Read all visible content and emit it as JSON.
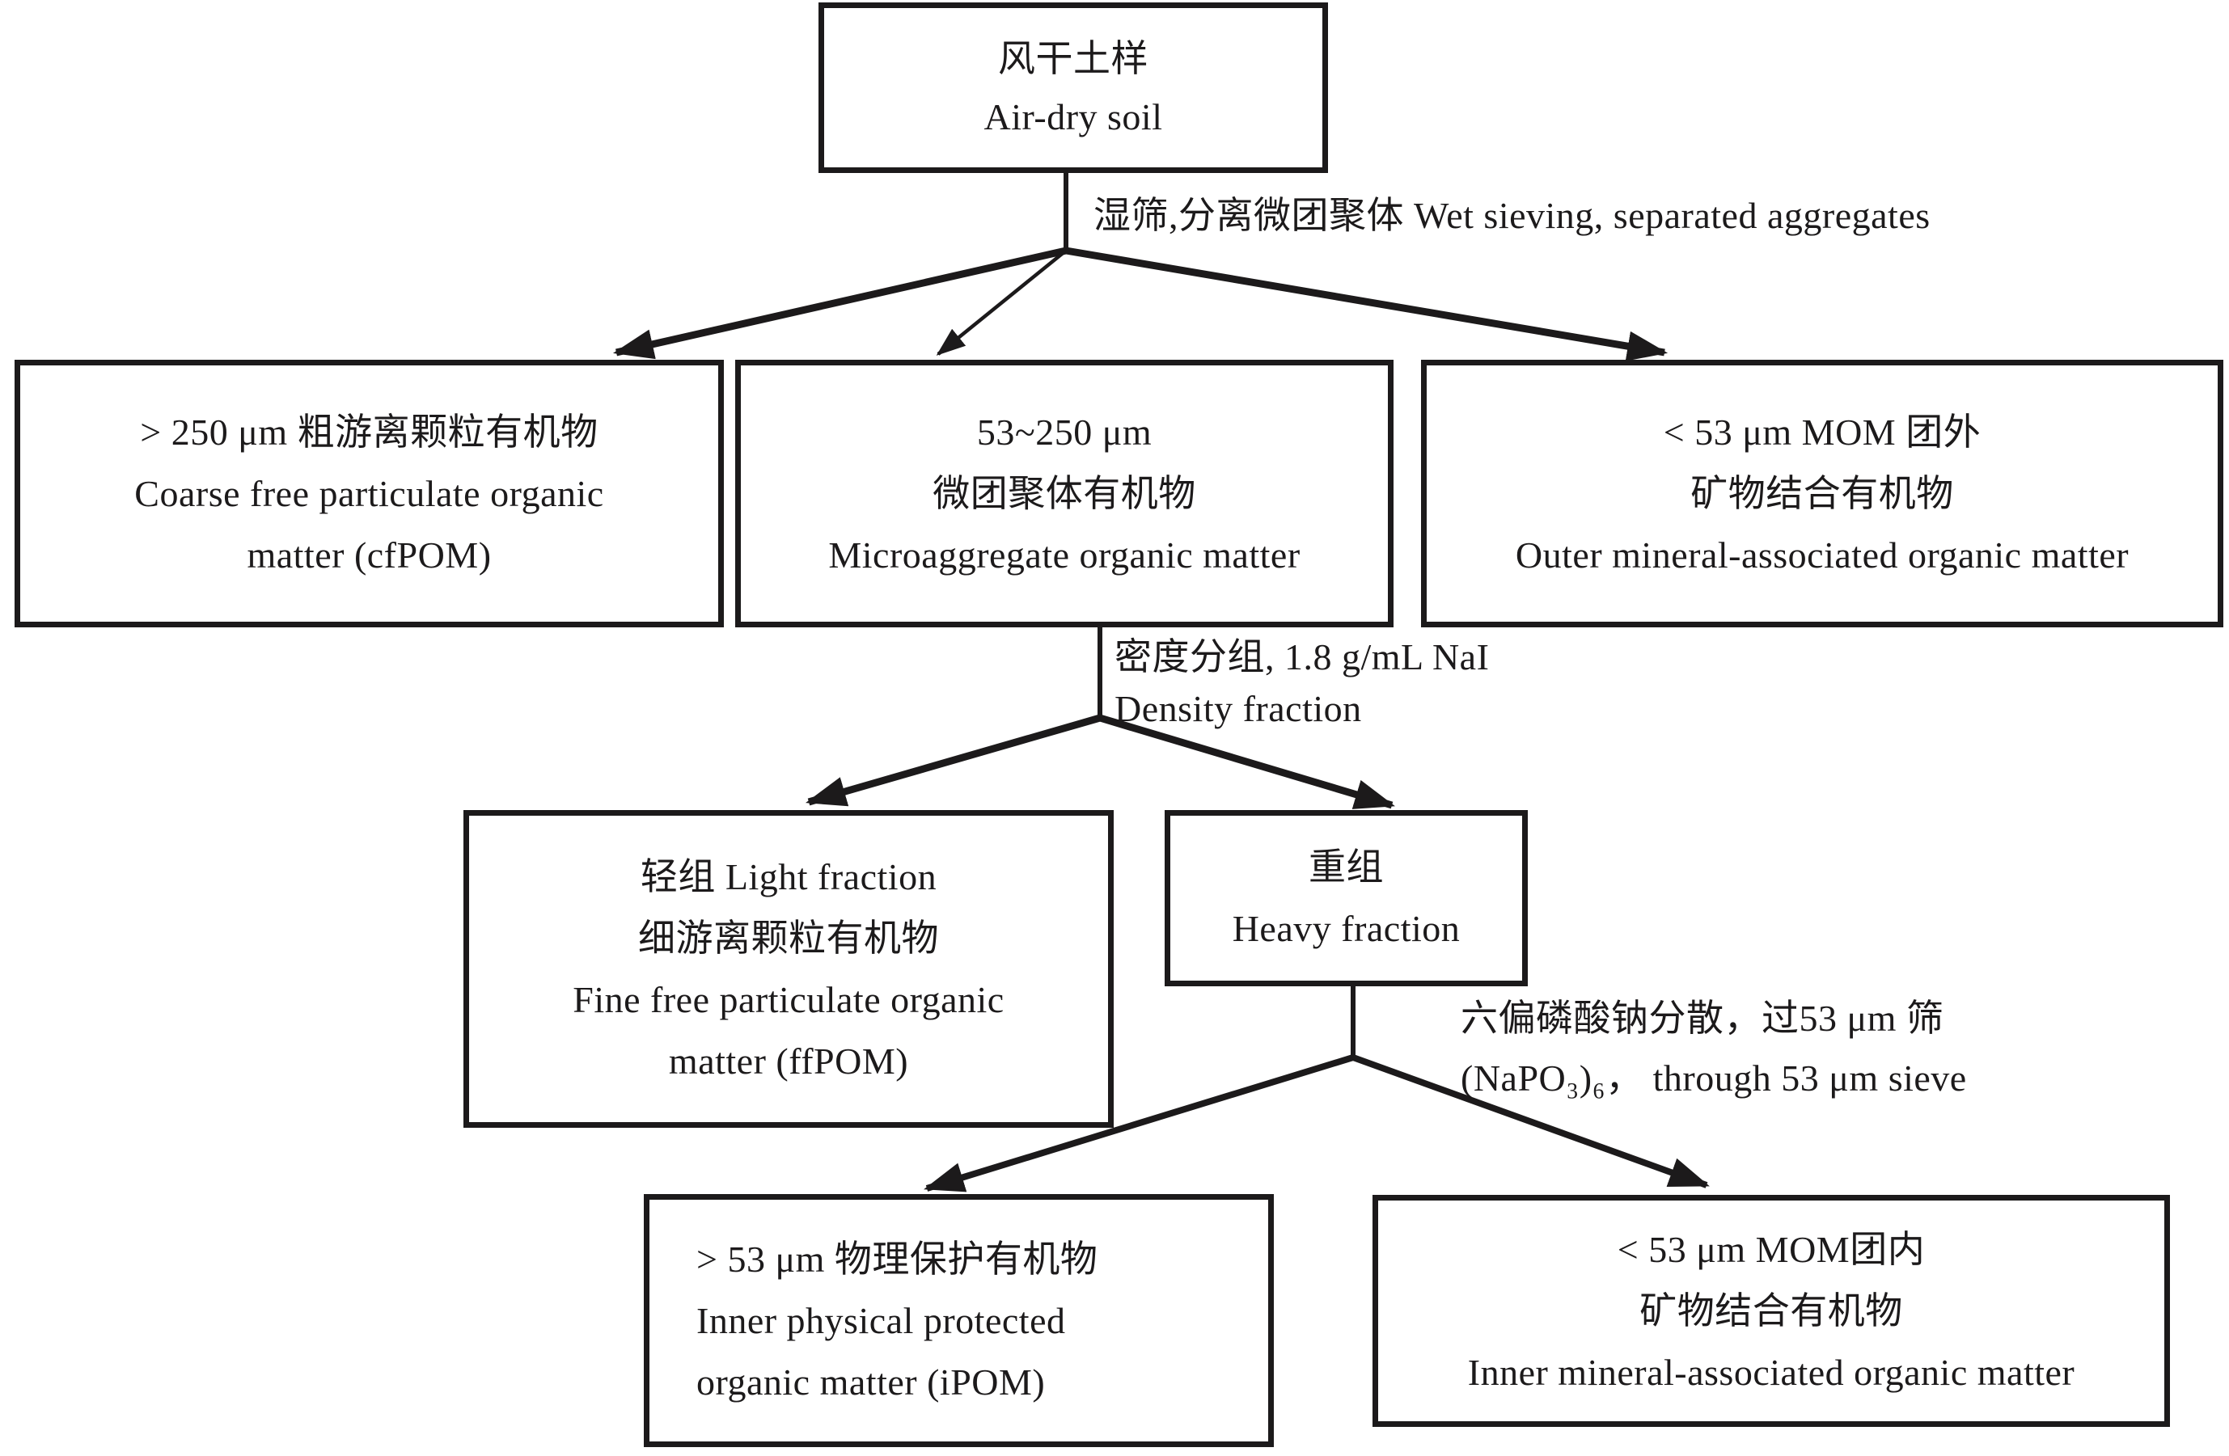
{
  "figure": {
    "background_color": "#ffffff",
    "line_color": "#1c1a1b"
  },
  "nodes": {
    "air_dry_soil": {
      "lines": [
        "风干土样",
        "Air-dry soil"
      ]
    },
    "cfpom": {
      "lines": [
        "> 250 μm 粗游离颗粒有机物",
        "Coarse free particulate organic",
        "matter (cfPOM)"
      ]
    },
    "microaggregate": {
      "lines": [
        "53~250 μm",
        "微团聚体有机物",
        "Microaggregate organic matter"
      ]
    },
    "outer_mom": {
      "lines": [
        "< 53 μm MOM 团外",
        "矿物结合有机物",
        "Outer mineral-associated organic matter"
      ]
    },
    "light_fraction": {
      "lines": [
        "轻组 Light fraction",
        "细游离颗粒有机物",
        "Fine free particulate organic",
        "matter (ffPOM)"
      ]
    },
    "heavy_fraction": {
      "lines": [
        "重组",
        "Heavy fraction"
      ]
    },
    "ipom": {
      "lines": [
        "> 53 μm 物理保护有机物",
        "Inner physical protected",
        "organic matter (iPOM)"
      ]
    },
    "inner_mom": {
      "lines": [
        "< 53 μm MOM团内",
        "矿物结合有机物",
        "Inner mineral-associated organic matter"
      ]
    }
  },
  "edge_labels": {
    "wet_sieving": {
      "lines": [
        "湿筛,分离微团聚体 Wet sieving, separated aggregates"
      ]
    },
    "density": {
      "lines": [
        "密度分组, 1.8 g/mL NaI",
        "Density fraction"
      ]
    },
    "dispersion": {
      "lines": [
        "六偏磷酸钠分散，过53 μm 筛",
        "(NaPO₃)₆， through 53 μm sieve"
      ]
    }
  }
}
